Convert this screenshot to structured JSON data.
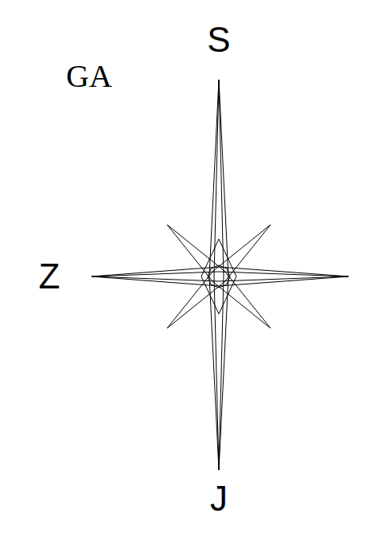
{
  "diagram": {
    "labels": [
      "GA",
      "S",
      "Z",
      "J"
    ]
  }
}
